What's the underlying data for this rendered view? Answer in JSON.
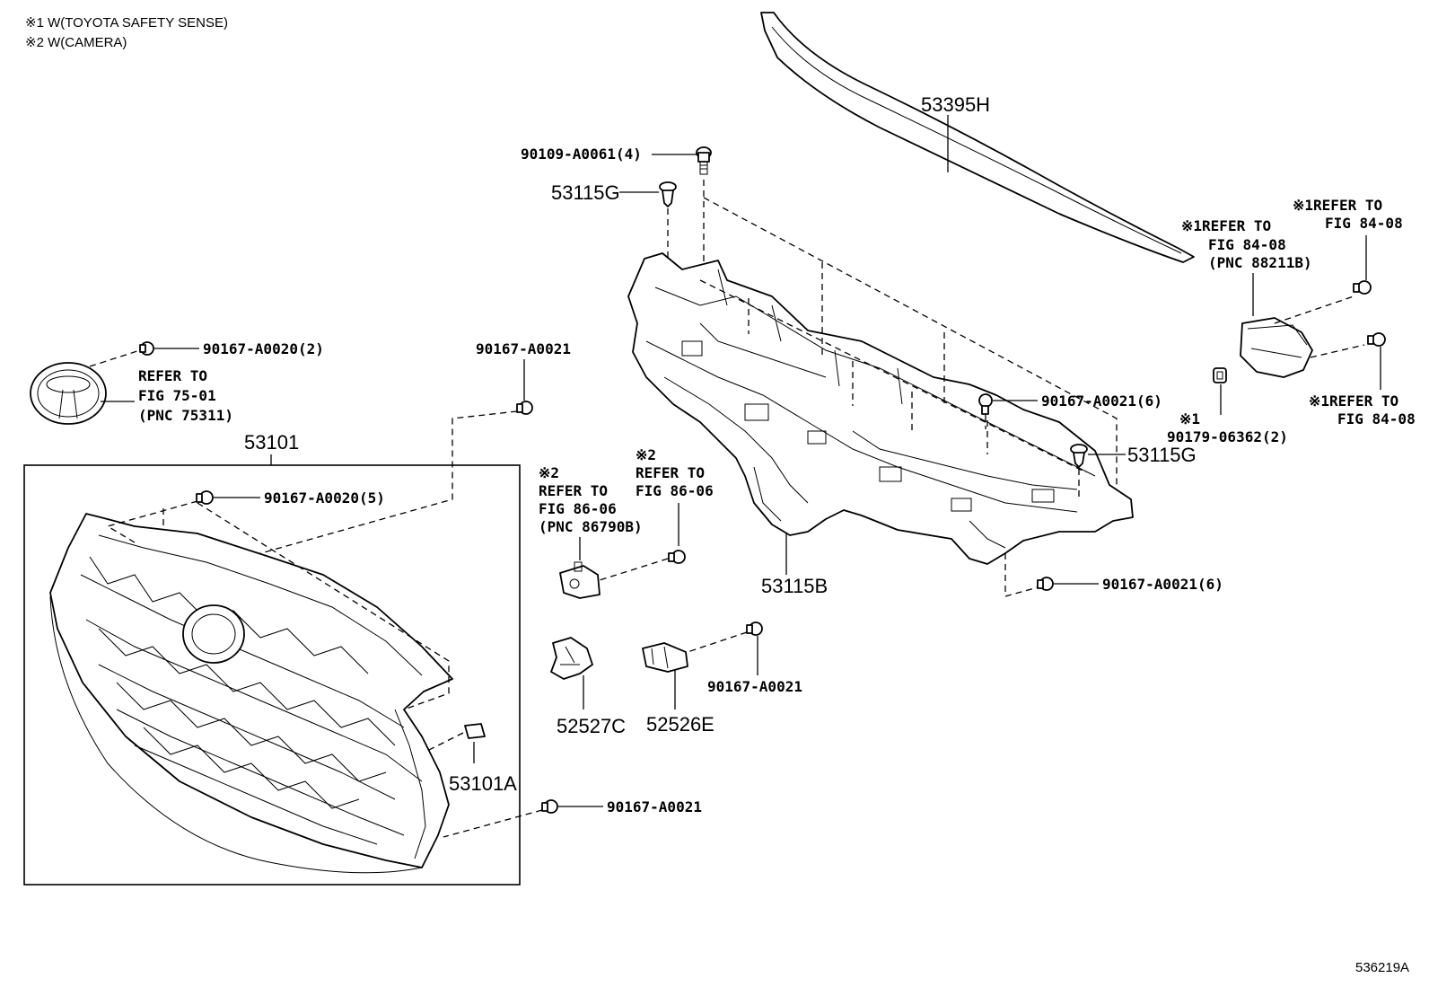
{
  "notes": {
    "n1": "※1 W(TOYOTA SAFETY SENSE)",
    "n2": "※2 W(CAMERA)"
  },
  "diagram_id": "536219A",
  "parts": {
    "p53395H": "53395H",
    "p90109": "90109-A0061(4)",
    "p53115G_top": "53115G",
    "p53115G_right": "53115G",
    "p53115B": "53115B",
    "p53101": "53101",
    "p53101A": "53101A",
    "p52527C": "52527C",
    "p52526E": "52526E",
    "emblem_clip": "90167-A0020(2)",
    "grille_clip": "90167-A0020(5)",
    "clip_a21_top": "90167-A0021",
    "clip_a21_mid": "90167-A0021",
    "clip_a21_bottom": "90167-A0021",
    "clip_a21_6_upper": "90167-A0021(6)",
    "clip_a21_6_lower": "90167-A0021(6)",
    "radar_nut_mark": "※1",
    "radar_nut": "90179-06362(2)"
  },
  "refs": {
    "emblem": [
      "REFER TO",
      "FIG 75-01",
      "(PNC 75311)"
    ],
    "camera_a_mark": "※2",
    "camera_a": [
      "REFER TO",
      "FIG 86-06",
      "(PNC 86790B)"
    ],
    "camera_b_mark": "※2",
    "camera_b": [
      "REFER TO",
      "FIG 86-06"
    ],
    "radar_main": [
      "※1REFER TO",
      "FIG 84-08",
      "(PNC 88211B)"
    ],
    "radar_top": [
      "※1REFER TO",
      "FIG 84-08"
    ],
    "radar_right": [
      "※1REFER TO",
      "FIG 84-08"
    ]
  }
}
